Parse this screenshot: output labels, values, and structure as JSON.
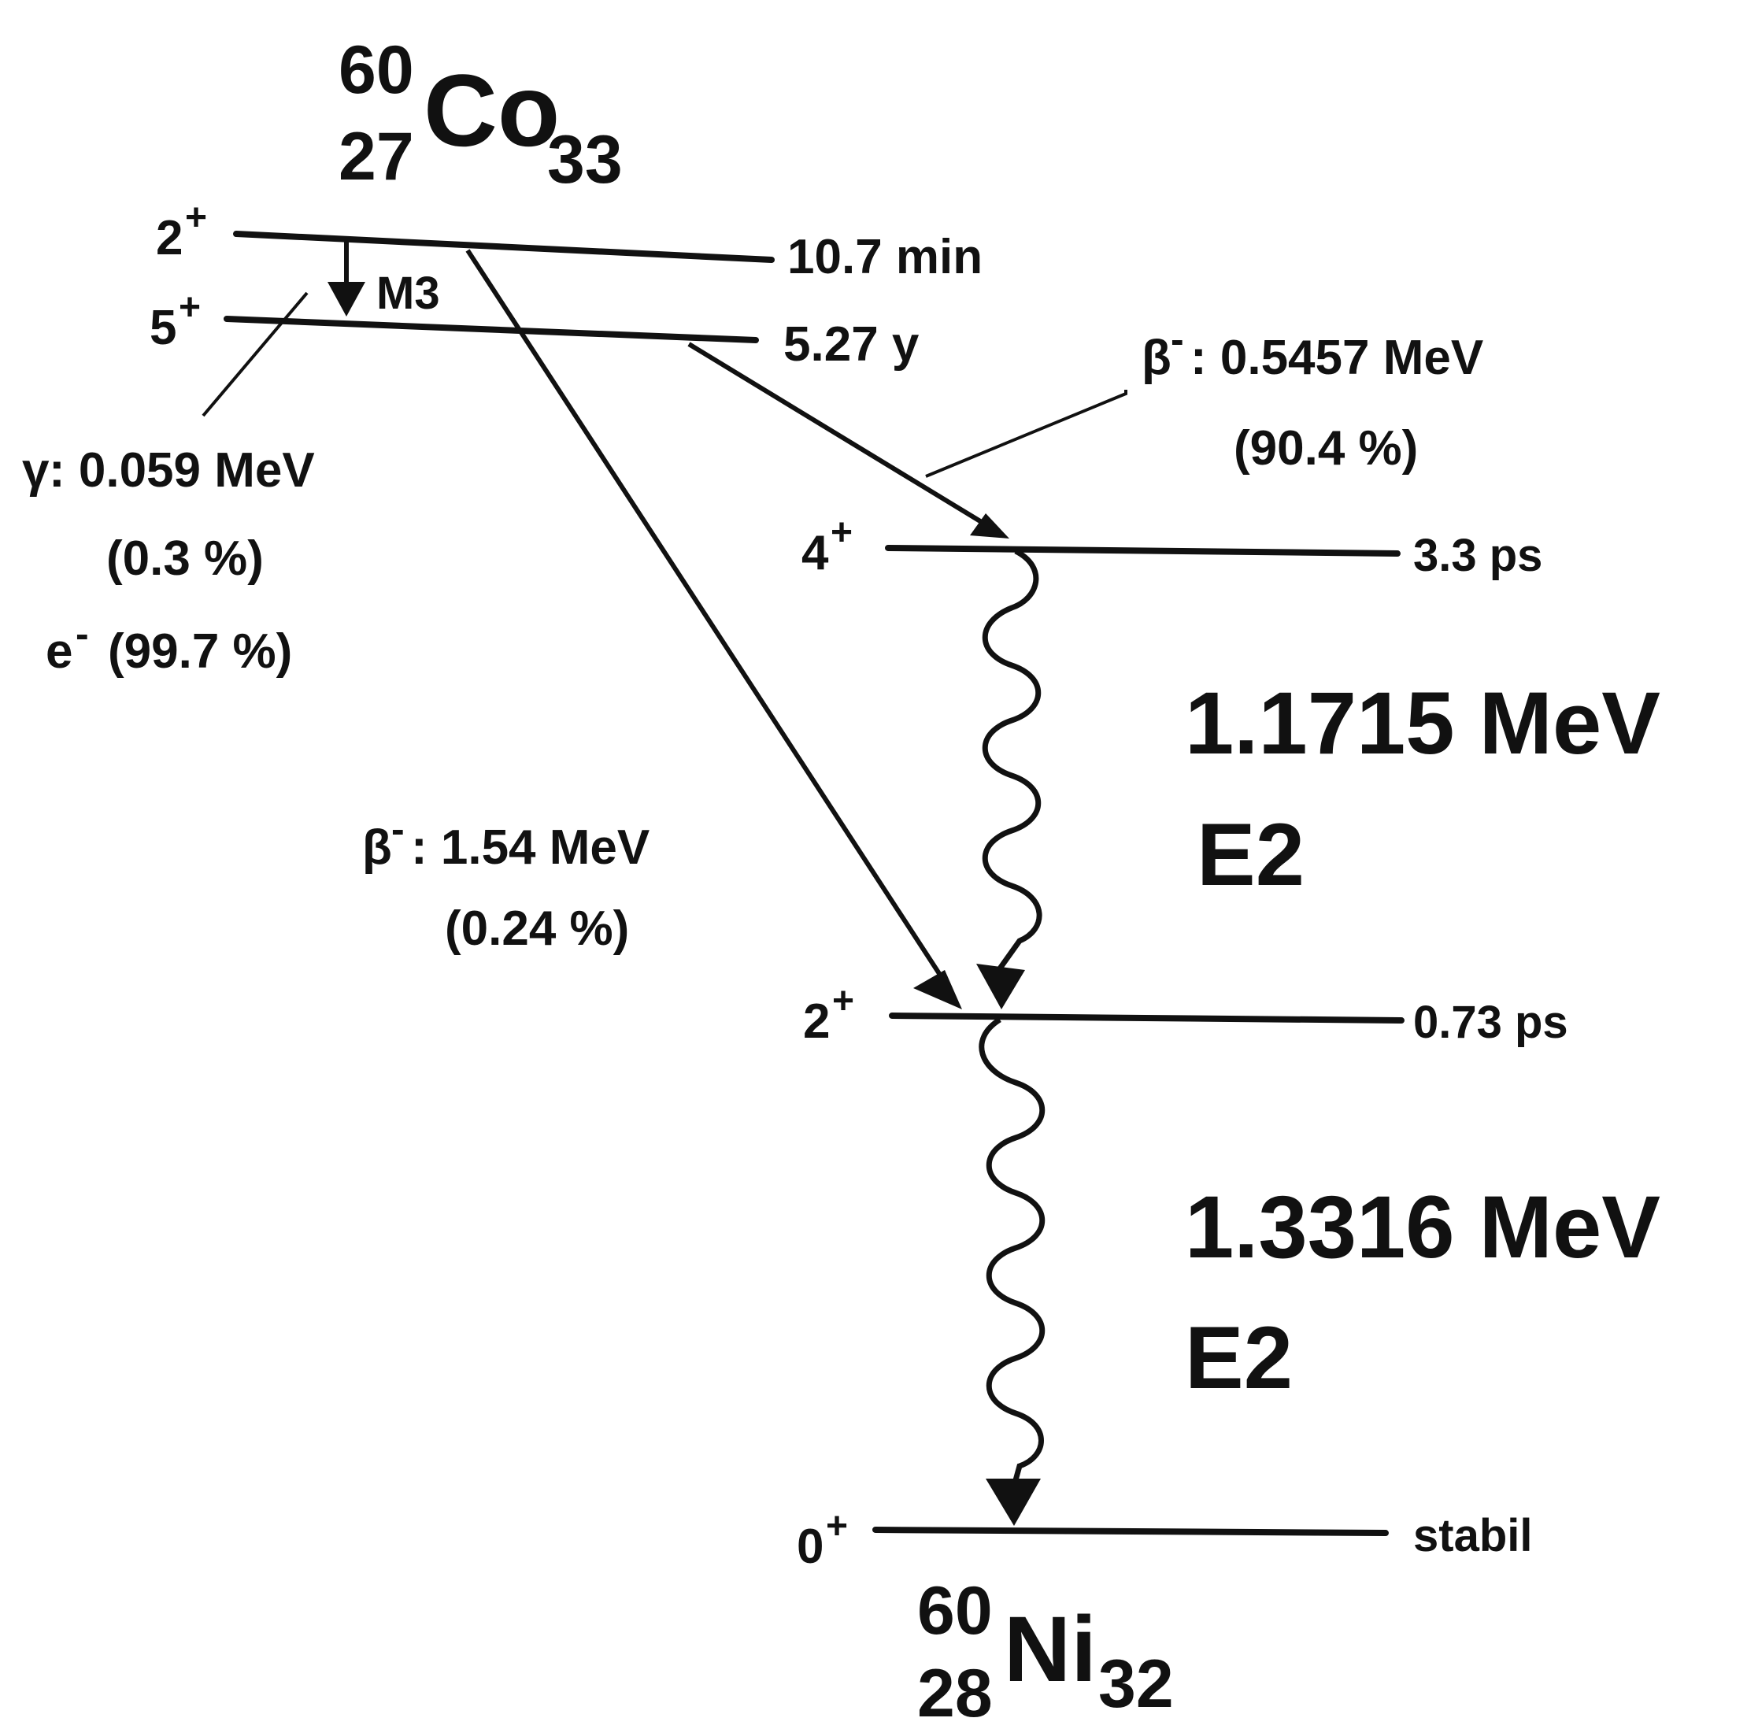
{
  "parent": {
    "mass": "60",
    "z": "27",
    "symbol": "Co",
    "n": "33"
  },
  "daughter": {
    "mass": "60",
    "z": "28",
    "symbol": "Ni",
    "n": "32"
  },
  "levels": {
    "co_2": {
      "spin": "2",
      "parity": "+",
      "halflife": "10.7 min"
    },
    "co_5": {
      "spin": "5",
      "parity": "+",
      "halflife": "5.27 y"
    },
    "ni_4": {
      "spin": "4",
      "parity": "+",
      "halflife": "3.3 ps"
    },
    "ni_2": {
      "spin": "2",
      "parity": "+",
      "halflife": "0.73 ps"
    },
    "ni_0": {
      "spin": "0",
      "parity": "+",
      "halflife": "stabil"
    }
  },
  "transitions": {
    "m3": {
      "label": "M3"
    },
    "gamma_low": {
      "symbol": "γ",
      "energy": ": 0.059 MeV",
      "fraction": "(0.3 %)",
      "electron_symbol": "e",
      "electron_charge": "-",
      "electron_fraction": "(99.7 %)"
    },
    "beta_main": {
      "symbol": "β",
      "charge": "-",
      "energy": ": 0.5457 MeV",
      "fraction": "(90.4 %)"
    },
    "beta_minor": {
      "symbol": "β",
      "charge": "-",
      "energy": ": 1.54 MeV",
      "fraction": "(0.24 %)"
    },
    "gamma_1": {
      "energy": "1.1715 MeV",
      "multipolarity": "E2"
    },
    "gamma_2": {
      "energy": "1.3316 MeV",
      "multipolarity": "E2"
    }
  }
}
